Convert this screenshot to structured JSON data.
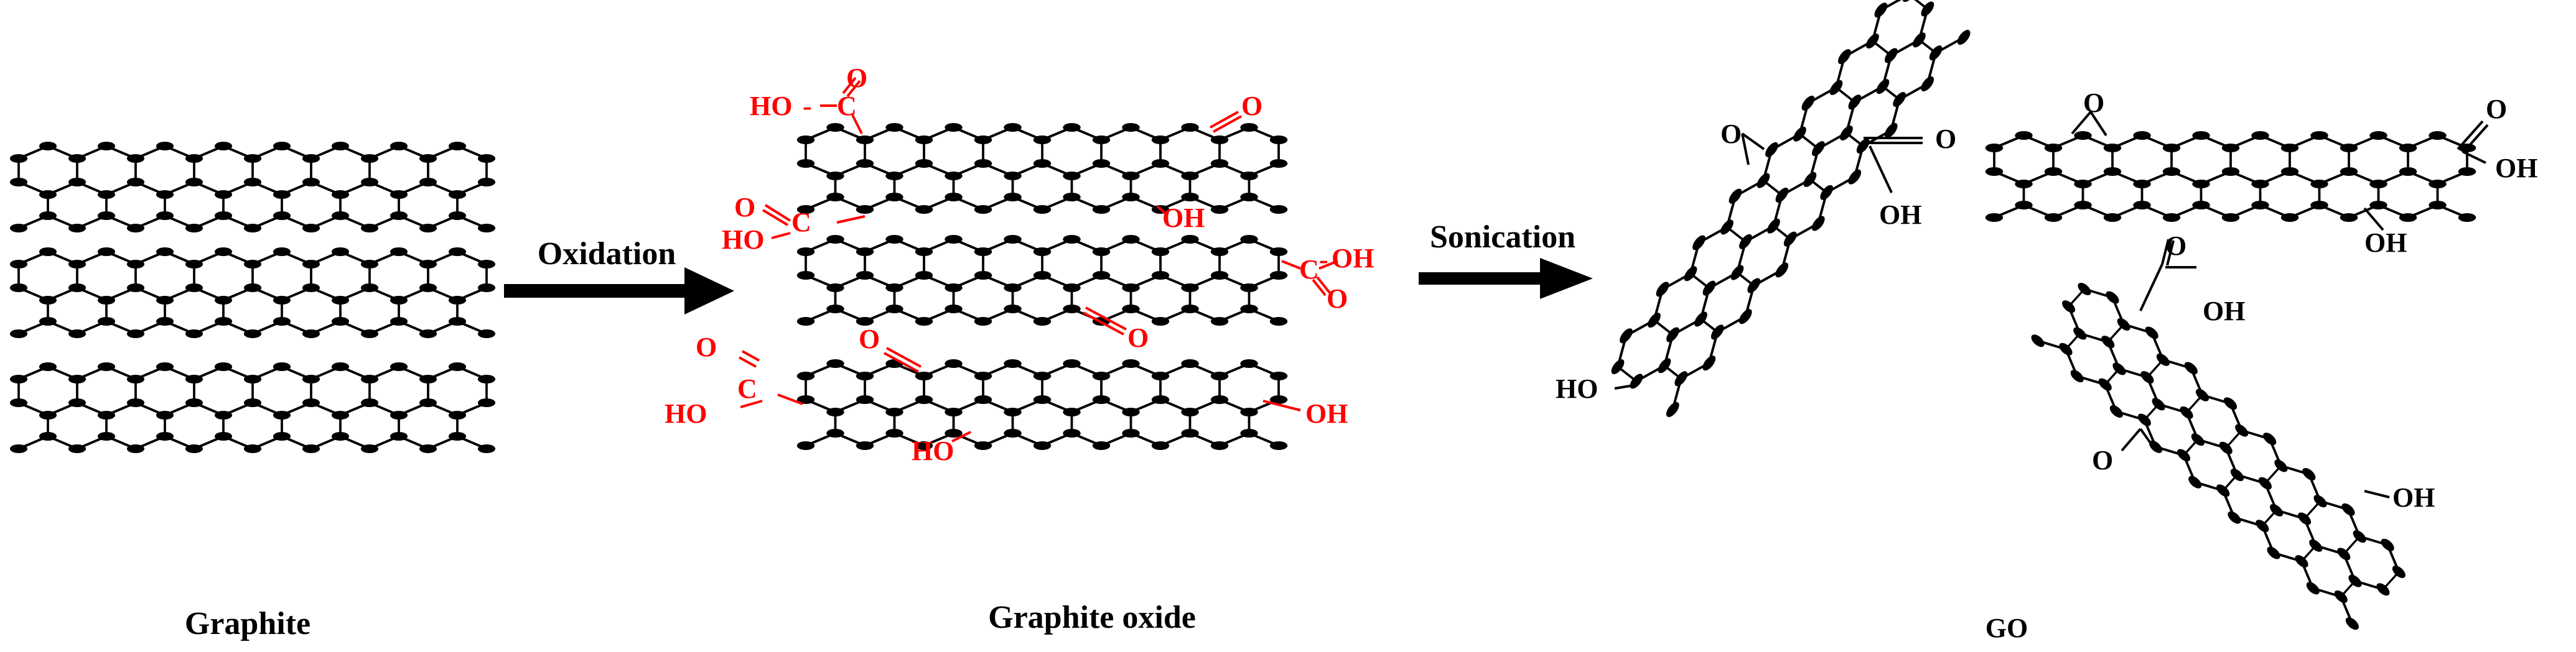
{
  "colors": {
    "ink": "#000000",
    "functional_group": "#ff0000",
    "background": "#ffffff"
  },
  "labels": {
    "graphite": "Graphite",
    "graphite_oxide": "Graphite oxide",
    "go": "GO",
    "oxidation": "Oxidation",
    "sonication": "Sonication"
  },
  "groups": {
    "hooc": "HO",
    "c": "C",
    "o": "O",
    "oh": "OH",
    "ho": "HO"
  }
}
